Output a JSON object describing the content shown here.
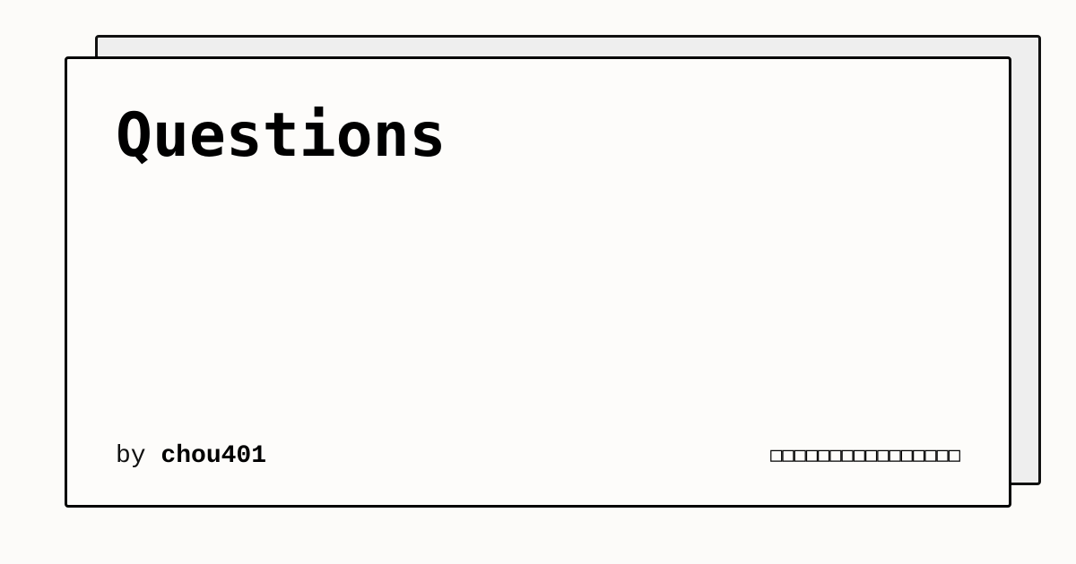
{
  "card": {
    "title": "Questions",
    "byline_prefix": "by",
    "author": "chou401",
    "domain": "□□□□□□□□□□□□□□□□"
  },
  "colors": {
    "background": "#fcfbf9",
    "card": "#fdfcfa",
    "shadow_card": "#eeeeee",
    "border": "#000000",
    "text": "#000000"
  }
}
